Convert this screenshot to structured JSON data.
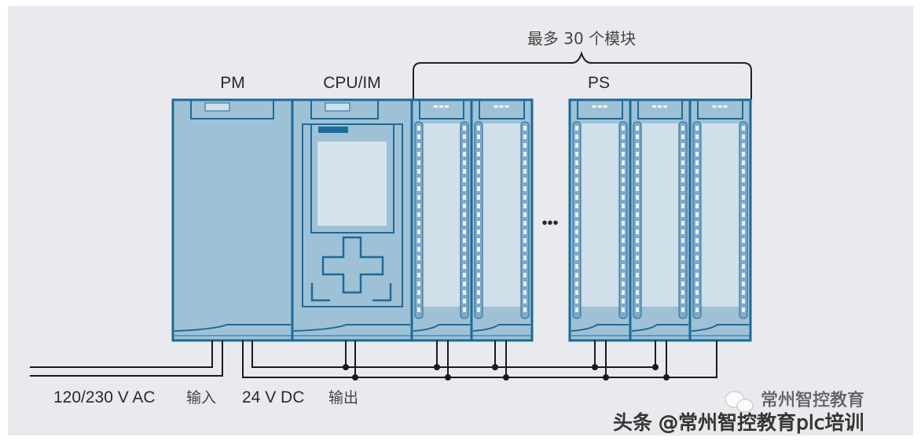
{
  "labels": {
    "pm": "PM",
    "cpu": "CPU/IM",
    "ps": "PS",
    "max_modules": "最多 30 个模块",
    "ac_input_value": "120/230 V AC",
    "ac_input_word": "输入",
    "dc_output_value": "24 V DC",
    "dc_output_word": "输出",
    "ellipsis": "•••"
  },
  "watermark": {
    "wechat_name": "常州智控教育",
    "toutiao": "头条 @常州智控教育plc培训"
  },
  "colors": {
    "background": "#e9eaed",
    "module_fill": "#9fc1d6",
    "module_stroke": "#1c6a98",
    "module_light": "#cfe0ea",
    "wire": "#1a1a1a"
  }
}
